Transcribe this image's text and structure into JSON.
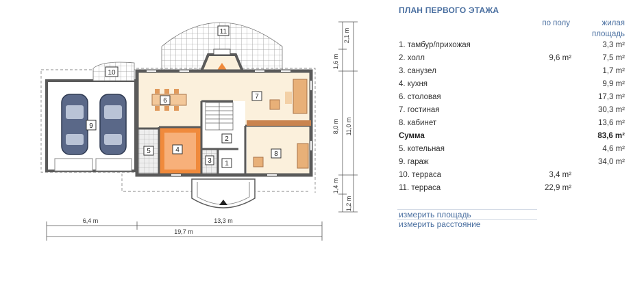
{
  "panel": {
    "title": "ПЛАН ПЕРВОГО ЭТАЖА",
    "col_floor": "по полу",
    "col_living": "жилая площадь",
    "rows": [
      {
        "name": "1. тамбур/прихожая",
        "floor": "",
        "living": "3,3 m²"
      },
      {
        "name": "2. холл",
        "floor": "9,6 m²",
        "living": "7,5 m²"
      },
      {
        "name": "3. санузел",
        "floor": "",
        "living": "1,7 m²"
      },
      {
        "name": "4. кухня",
        "floor": "",
        "living": "9,9 m²"
      },
      {
        "name": "6. столовая",
        "floor": "",
        "living": "17,3 m²"
      },
      {
        "name": "7. гостиная",
        "floor": "",
        "living": "30,3 m²"
      },
      {
        "name": "8. кабинет",
        "floor": "",
        "living": "13,6 m²"
      },
      {
        "name": "Сумма",
        "floor": "",
        "living": "83,6 m²"
      },
      {
        "name": "5. котельная",
        "floor": "",
        "living": "4,6 m²"
      },
      {
        "name": "9. гараж",
        "floor": "",
        "living": "34,0 m²"
      },
      {
        "name": "10. терраса",
        "floor": "3,4 m²",
        "living": ""
      },
      {
        "name": "11. терраса",
        "floor": "22,9 m²",
        "living": ""
      }
    ],
    "link_area": "измерить площадь",
    "link_distance": "измерить расстояние"
  },
  "plan": {
    "room_labels": {
      "r1": "1",
      "r2": "2",
      "r3": "3",
      "r4": "4",
      "r5": "5",
      "r6": "6",
      "r7": "7",
      "r8": "8",
      "r9": "9",
      "r10": "10",
      "r11": "11"
    },
    "dims": {
      "w_garage": "6,4 m",
      "w_house": "13,3 m",
      "w_total": "19,7 m",
      "h_terrace_top": "2,1 m",
      "h_bay_top": "1,6 m",
      "h_house": "8,0 m",
      "h_total": "11,0 m",
      "h_bay_bottom": "1,4 m",
      "h_porch": "1,2 m"
    }
  }
}
